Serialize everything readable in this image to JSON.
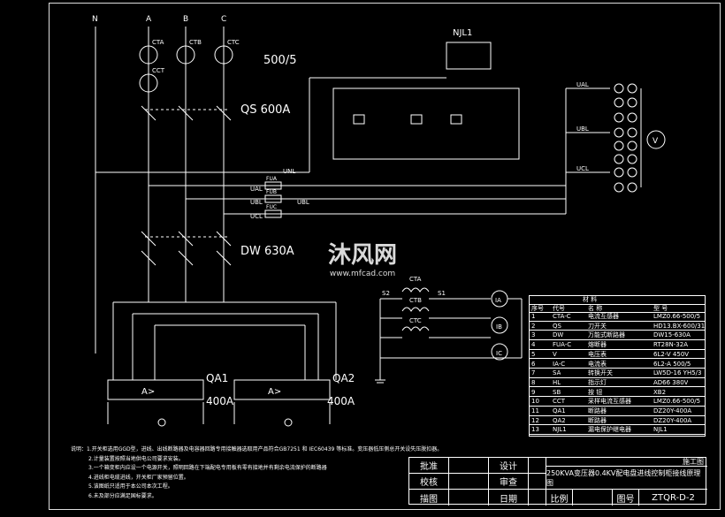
{
  "bus_labels": {
    "n": "N",
    "a": "A",
    "b": "B",
    "c": "C"
  },
  "ct_labels": [
    "CTA",
    "CTB",
    "CTC",
    "CCT"
  ],
  "ct_rating": "500/5",
  "switch_label": "QS 600A",
  "breaker_label": "DW 630A",
  "njl_label": "NJL1",
  "line_labels": [
    "UNL",
    "UAL",
    "UBL",
    "UCL",
    "FUA",
    "FUB",
    "FUC",
    "UBL"
  ],
  "meter_labels": {
    "ual": "UAL",
    "ubl": "UBL",
    "ucl": "UCL",
    "v": "V"
  },
  "ct_meter": {
    "cta": "CTA",
    "ctb": "CTB",
    "ctc": "CTC",
    "ia": "IA",
    "ib": "IB",
    "ic": "IC",
    "s1": "S1",
    "s2": "S2"
  },
  "feeders": [
    {
      "name": "QA1",
      "rating": "400A",
      "trip": "A>"
    },
    {
      "name": "QA2",
      "rating": "400A",
      "trip": "A>"
    }
  ],
  "watermark": {
    "brand": "沐风网",
    "url": "www.mfcad.com"
  },
  "notes": [
    "说明：1.开关柜选用GGD型，进线、出线断路器及电容器回路专用接触器选取用产品符合GB7251 和 IEC60439 等标准。变压器低压侧总开关设失压脱扣器。",
    "2.计量装置按照当地供电公司要求安装。",
    "3.一个箱变柜内应设一个电源开关，照明回路在下端配电专用板有零有接地并有剩余电流保护的断路器",
    "4.进线柜电缆进线，开关柜厂家预留位置。",
    "5.该图纸只适用于本公司本次工程。",
    "6.未及部分应满足国标要求。"
  ],
  "materials": {
    "title": "材                  料",
    "headers": [
      "序号",
      "代号",
      "名    称",
      "型    号"
    ],
    "rows": [
      [
        "1",
        "CTA-C",
        "电流互感器",
        "LMZ0.66-500/5"
      ],
      [
        "2",
        "QS",
        "刀开关",
        "HD13.BX-600/31"
      ],
      [
        "3",
        "DW",
        "万能式断路器",
        "DW15-630A"
      ],
      [
        "4",
        "FUA-C",
        "熔断器",
        "RT28N-32A"
      ],
      [
        "5",
        "V",
        "电压表",
        "6L2-V 450V"
      ],
      [
        "6",
        "IA-C",
        "电流表",
        "6L2-A 500/5"
      ],
      [
        "7",
        "SA",
        "转换开关",
        "LW5D-16 YH5/3"
      ],
      [
        "8",
        "HL",
        "指示灯",
        "AD66 380V"
      ],
      [
        "9",
        "SB",
        "按  钮",
        "XB2"
      ],
      [
        "10",
        "CCT",
        "采样电流互感器",
        "LMZ0.66-500/5"
      ],
      [
        "11",
        "QA1",
        "断路器",
        "DZ20Y-400A"
      ],
      [
        "12",
        "QA2",
        "断路器",
        "DZ20Y-400A"
      ],
      [
        "13",
        "NJL1",
        "漏电保护继电器",
        "NJL1"
      ]
    ]
  },
  "title_block": {
    "approve": "批准",
    "design": "设计",
    "check": "校核",
    "review": "审查",
    "draw": "描图",
    "date": "日期",
    "scale": "比例",
    "drawing_no": "图号",
    "drawing_no_value": "ZTQR-D-2",
    "stage": "施工图",
    "title": "250KVA变压器0.4KV配电盘进线控制柜接线原理图"
  }
}
